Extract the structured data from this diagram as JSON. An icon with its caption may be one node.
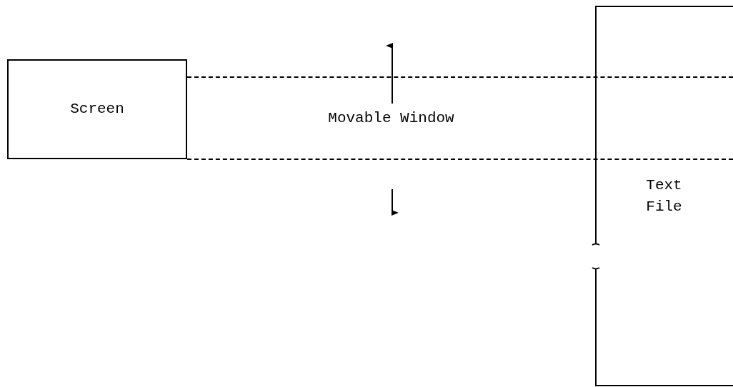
{
  "diagram": {
    "nodes": [
      {
        "text": [
          "Screen"
        ]
      },
      {
        "text": [
          "Movable Window"
        ]
      },
      {
        "text": [
          "Text File"
        ]
      }
    ],
    "edges": []
  }
}
